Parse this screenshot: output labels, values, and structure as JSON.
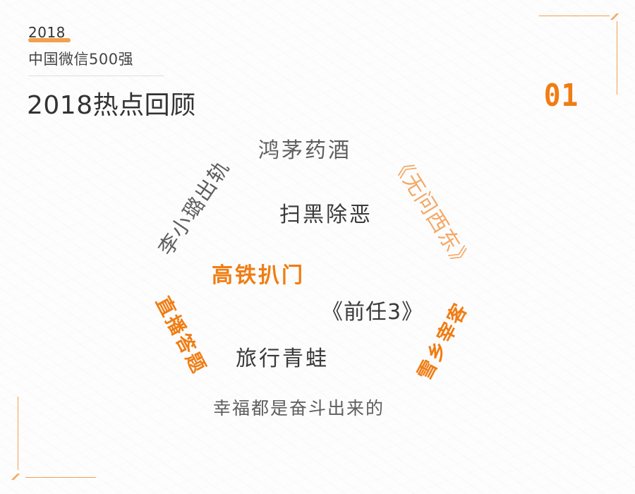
{
  "header": {
    "year": "2018",
    "subtitle": "中国微信500强",
    "title": "2018热点回顾"
  },
  "page_number": "01",
  "colors": {
    "accent_orange": "#f07d14",
    "light_orange": "#f4a866",
    "frame_orange": "#f0a050",
    "text_dark": "#3a3a3a",
    "text_gray": "#5e5e5e"
  },
  "keywords": [
    {
      "text": "鸿茅药酒",
      "color": "gray"
    },
    {
      "text": "李小璐出轨",
      "color": "gray"
    },
    {
      "text": "《无问西东》",
      "color": "light-orange"
    },
    {
      "text": "扫黑除恶",
      "color": "dark"
    },
    {
      "text": "高铁扒门",
      "color": "orange"
    },
    {
      "text": "《前任3》",
      "color": "dark"
    },
    {
      "text": "直播答题",
      "color": "orange"
    },
    {
      "text": "雪乡宰客",
      "color": "orange"
    },
    {
      "text": "旅行青蛙",
      "color": "dark"
    },
    {
      "text": "幸福都是奋斗出来的",
      "color": "gray"
    }
  ]
}
